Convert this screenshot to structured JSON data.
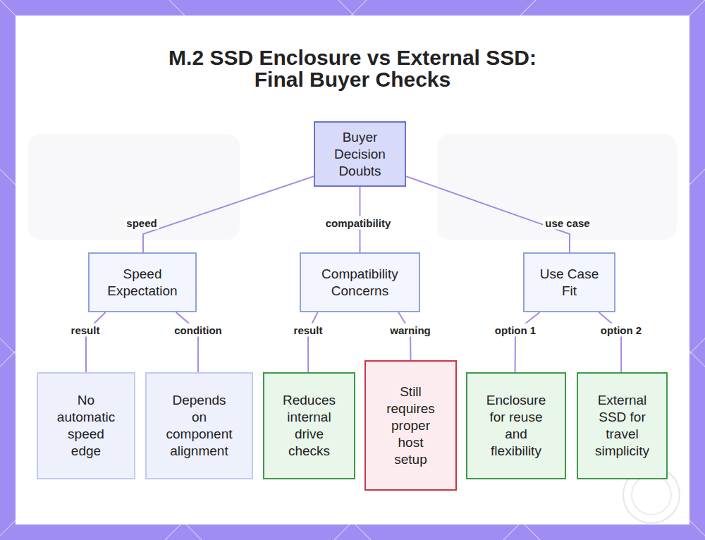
{
  "diagram": {
    "title": "M.2 SSD Enclosure vs External SSD: Final Buyer Checks",
    "nodes": [
      {
        "text": [
          "Buyer Decision Doubts"
        ]
      },
      {
        "text": [
          "Speed Expectation"
        ]
      },
      {
        "text": [
          "Compatibility Concerns"
        ]
      },
      {
        "text": [
          "Use Case Fit"
        ]
      },
      {
        "text": [
          "No automatic speed edge"
        ]
      },
      {
        "text": [
          "Depends on component alignment"
        ]
      },
      {
        "text": [
          "Reduces internal drive checks"
        ]
      },
      {
        "text": [
          "Still requires proper host setup"
        ]
      },
      {
        "text": [
          "Enclosure for reuse and flexibility"
        ]
      },
      {
        "text": [
          "External SSD for travel simplicity"
        ]
      }
    ],
    "edges": [
      {
        "from": 0,
        "to": 1,
        "label": "speed",
        "arrow": "none"
      },
      {
        "from": 0,
        "to": 2,
        "label": "compatibility",
        "arrow": "none"
      },
      {
        "from": 0,
        "to": 3,
        "label": "use case",
        "arrow": "none"
      },
      {
        "from": 1,
        "to": 4,
        "label": "result",
        "arrow": "none"
      },
      {
        "from": 1,
        "to": 5,
        "label": "condition",
        "arrow": "none"
      },
      {
        "from": 2,
        "to": 6,
        "label": "result",
        "arrow": "none"
      },
      {
        "from": 2,
        "to": 7,
        "label": "warning",
        "arrow": "none"
      },
      {
        "from": 3,
        "to": 8,
        "label": "option 1",
        "arrow": "none"
      },
      {
        "from": 3,
        "to": 9,
        "label": "option 2",
        "arrow": "none"
      }
    ]
  }
}
